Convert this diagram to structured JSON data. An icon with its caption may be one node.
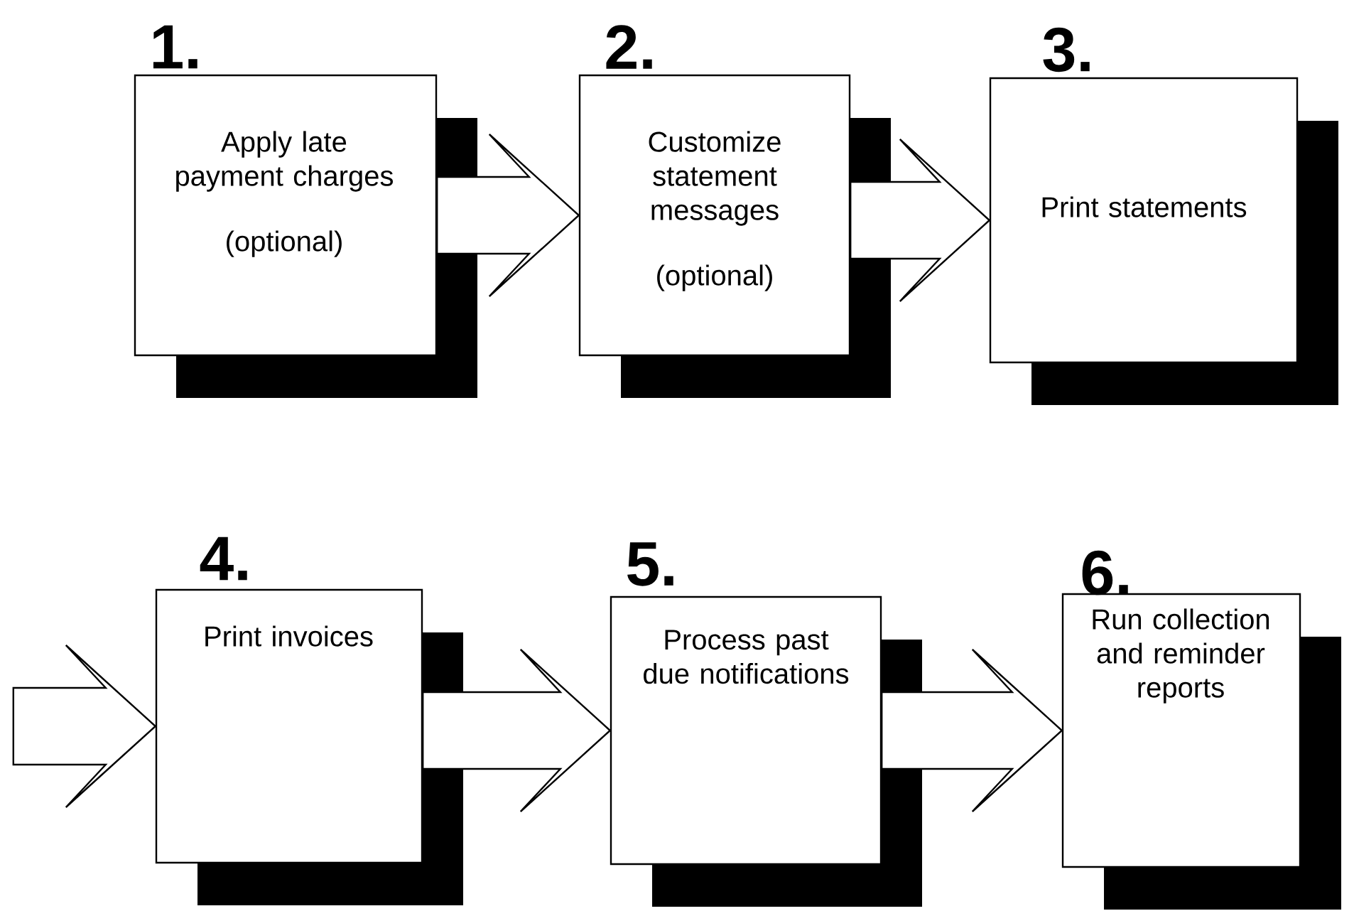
{
  "diagram": {
    "nodes": [
      {
        "text": [
          "1.",
          "Apply late payment charges",
          "(optional)"
        ]
      },
      {
        "text": [
          "2.",
          "Customize statement messages",
          "(optional)"
        ]
      },
      {
        "text": [
          "3.",
          "Print statements"
        ]
      },
      {
        "text": [
          "4.",
          "Print invoices"
        ]
      },
      {
        "text": [
          "5.",
          "Process past due notifications"
        ]
      },
      {
        "text": [
          "6.",
          "Run collection and reminder reports"
        ]
      }
    ],
    "edges": [
      {
        "from": 0,
        "to": 1,
        "arrow": "to"
      },
      {
        "from": 1,
        "to": 2,
        "arrow": "to"
      },
      {
        "from": null,
        "to": 3,
        "arrow": "to"
      },
      {
        "from": 3,
        "to": 4,
        "arrow": "to"
      },
      {
        "from": 4,
        "to": 5,
        "arrow": "to"
      }
    ]
  }
}
